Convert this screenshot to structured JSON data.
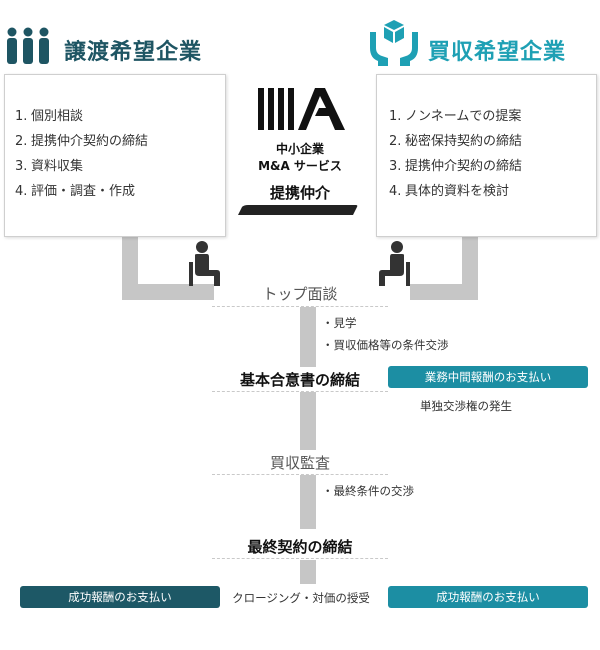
{
  "seller": {
    "title": "譲渡希望企業",
    "icon": "people-group-icon",
    "items": [
      {
        "num": "1.",
        "label": "個別相談"
      },
      {
        "num": "2.",
        "label": "提携仲介契約の締結"
      },
      {
        "num": "3.",
        "label": "資料収集"
      },
      {
        "num": "4.",
        "label": "評価・調査・作成"
      }
    ]
  },
  "buyer": {
    "title": "買収希望企業",
    "icon": "hands-holding-box-icon",
    "items": [
      {
        "num": "1.",
        "label": "ノンネームでの提案"
      },
      {
        "num": "2.",
        "label": "秘密保持契約の締結"
      },
      {
        "num": "3.",
        "label": "提携仲介契約の締結"
      },
      {
        "num": "4.",
        "label": "具体的資料を検討"
      }
    ]
  },
  "center": {
    "logo_icon": "mma-logo-icon",
    "line1": "中小企業",
    "line2": "M&A サービス",
    "role": "提携仲介"
  },
  "flow": {
    "meeting": "トップ面談",
    "meeting_notes": [
      "・見学",
      "・買収価格等の条件交渉"
    ],
    "loi": "基本合意書の締結",
    "loi_badge": "業務中間報酬のお支払い",
    "loi_note": "単独交渉権の発生",
    "dd": "買収監査",
    "dd_notes": [
      "・最終条件の交渉"
    ],
    "final": "最終契約の締結",
    "closing": "クロージング・対価の授受",
    "success_badge_left": "成功報酬のお支払い",
    "success_badge_right": "成功報酬のお支払い"
  },
  "colors": {
    "seller": "#1e5563",
    "buyer": "#1ea0b4",
    "connector": "#c6c6c6",
    "badge_teal": "#1c8ea3",
    "badge_dark": "#1d5866"
  }
}
